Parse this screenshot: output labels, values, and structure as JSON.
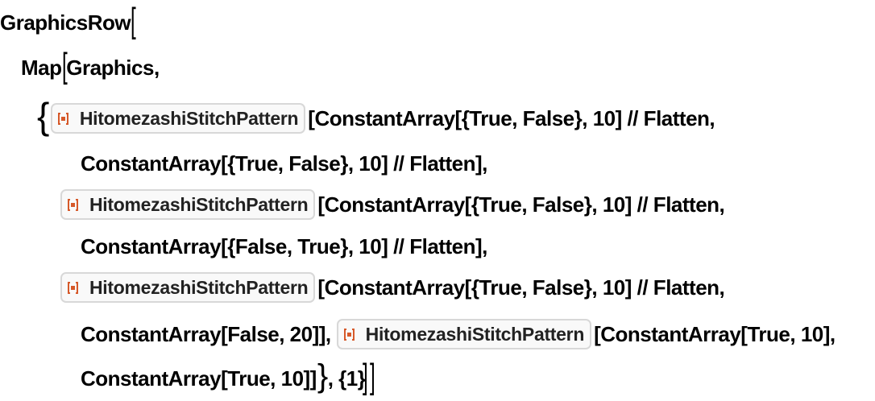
{
  "code": {
    "line1": {
      "head": "GraphicsRow"
    },
    "line2": {
      "head": "Map",
      "arg": "Graphics,"
    },
    "resource_function_name": "HitomezashiStitchPattern",
    "line3": {
      "text": "[ConstantArray[{True, False}, 10] // Flatten,"
    },
    "line4": {
      "text": "ConstantArray[{True, False}, 10] // Flatten],"
    },
    "line5": {
      "text": "[ConstantArray[{True, False}, 10] // Flatten,"
    },
    "line6": {
      "text": "ConstantArray[{False, True}, 10] // Flatten],"
    },
    "line7": {
      "text": "[ConstantArray[{True, False}, 10] // Flatten,"
    },
    "line8": {
      "before": "ConstantArray[False, 20]],",
      "after": "[ConstantArray[True, 10],"
    },
    "line9": {
      "text": "ConstantArray[True, 10]]",
      "tail": ", {1}"
    }
  },
  "colors": {
    "resource_icon": "#d6592a",
    "resource_box_border": "#d8d8d8",
    "resource_box_bg": "#f9f9f9"
  },
  "icons": [
    "resource-function-icon"
  ]
}
